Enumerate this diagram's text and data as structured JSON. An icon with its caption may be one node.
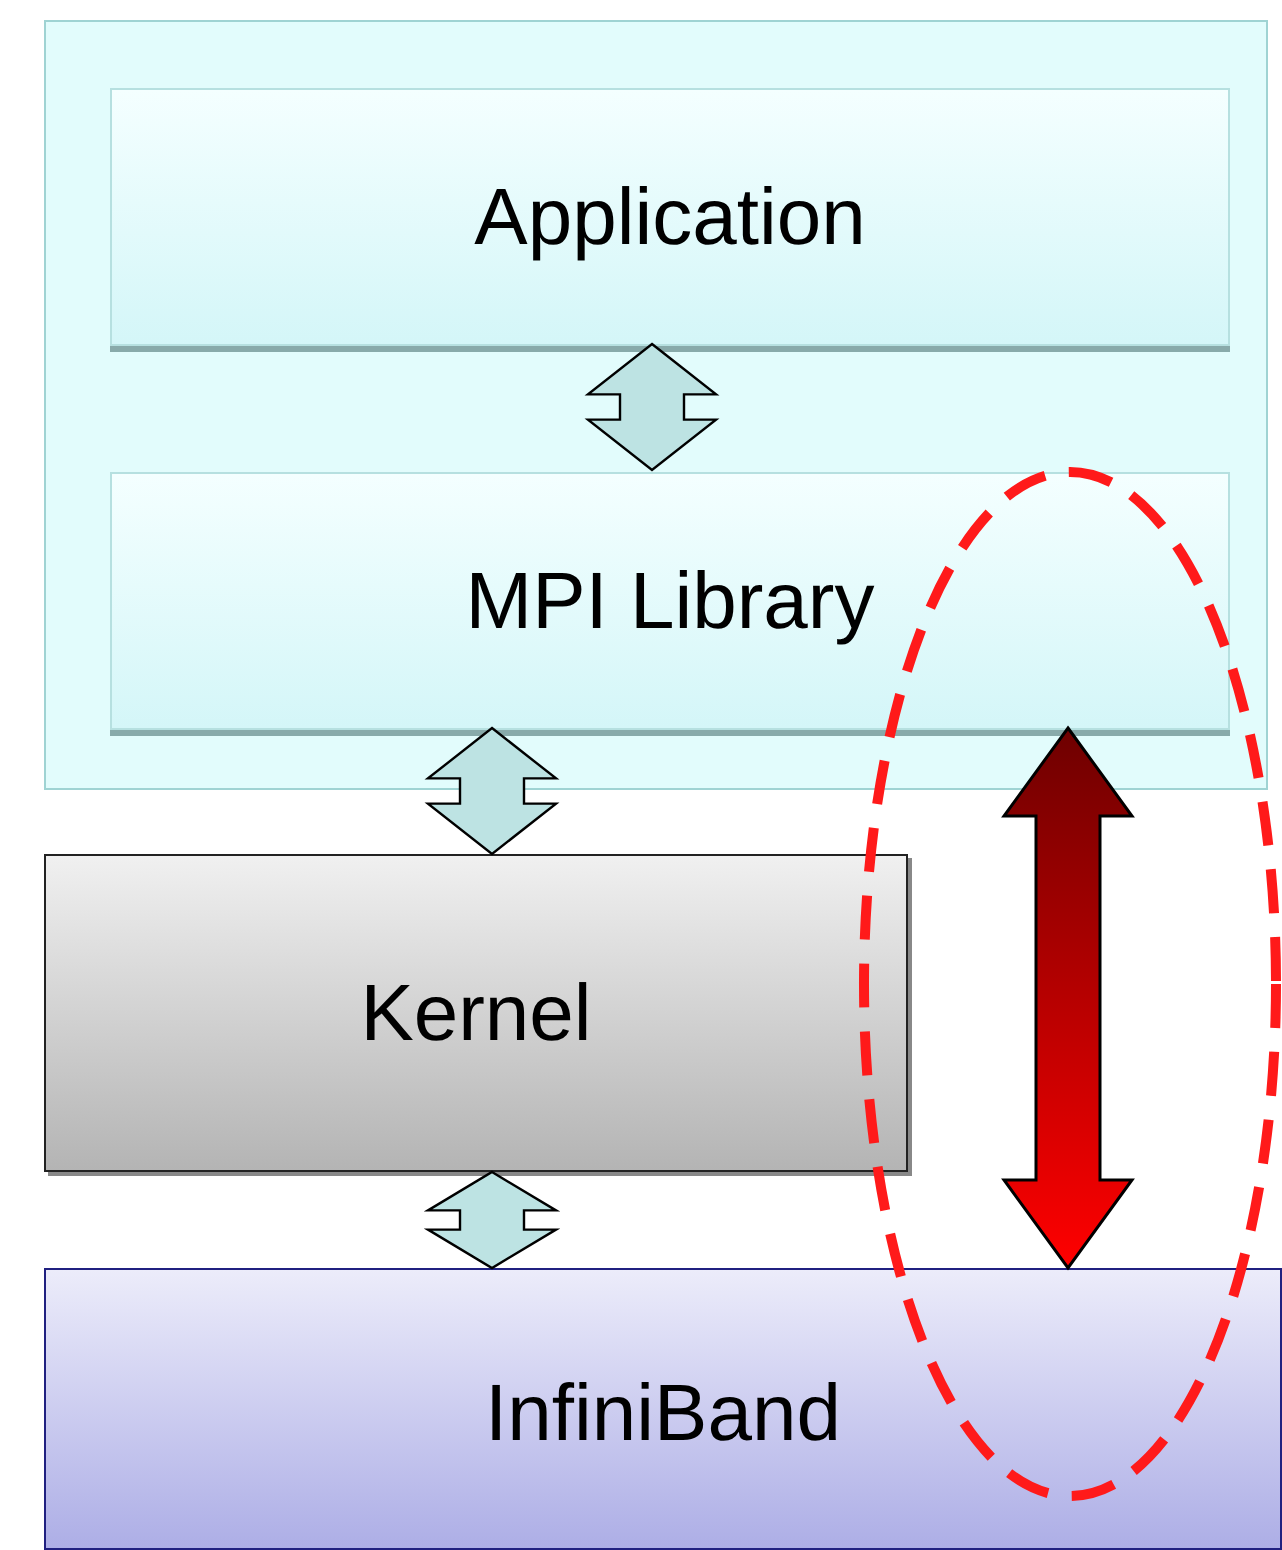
{
  "diagram": {
    "nodes": [
      {
        "text": [],
        "shape": "box"
      },
      {
        "text": [
          "Application"
        ],
        "in": 0
      },
      {
        "text": [
          "MPI Library"
        ],
        "in": 0
      },
      {
        "text": [
          "Kernel"
        ]
      },
      {
        "text": [
          "InfiniBand"
        ]
      }
    ],
    "edges": [
      {
        "from": 1,
        "to": 2,
        "arrow": "both"
      },
      {
        "from": 2,
        "to": 3,
        "arrow": "both"
      },
      {
        "from": 3,
        "to": 4,
        "arrow": "both"
      },
      {
        "from": 2,
        "to": 4,
        "arrow": "both",
        "style": "thick",
        "color": "#ff0000"
      }
    ]
  }
}
